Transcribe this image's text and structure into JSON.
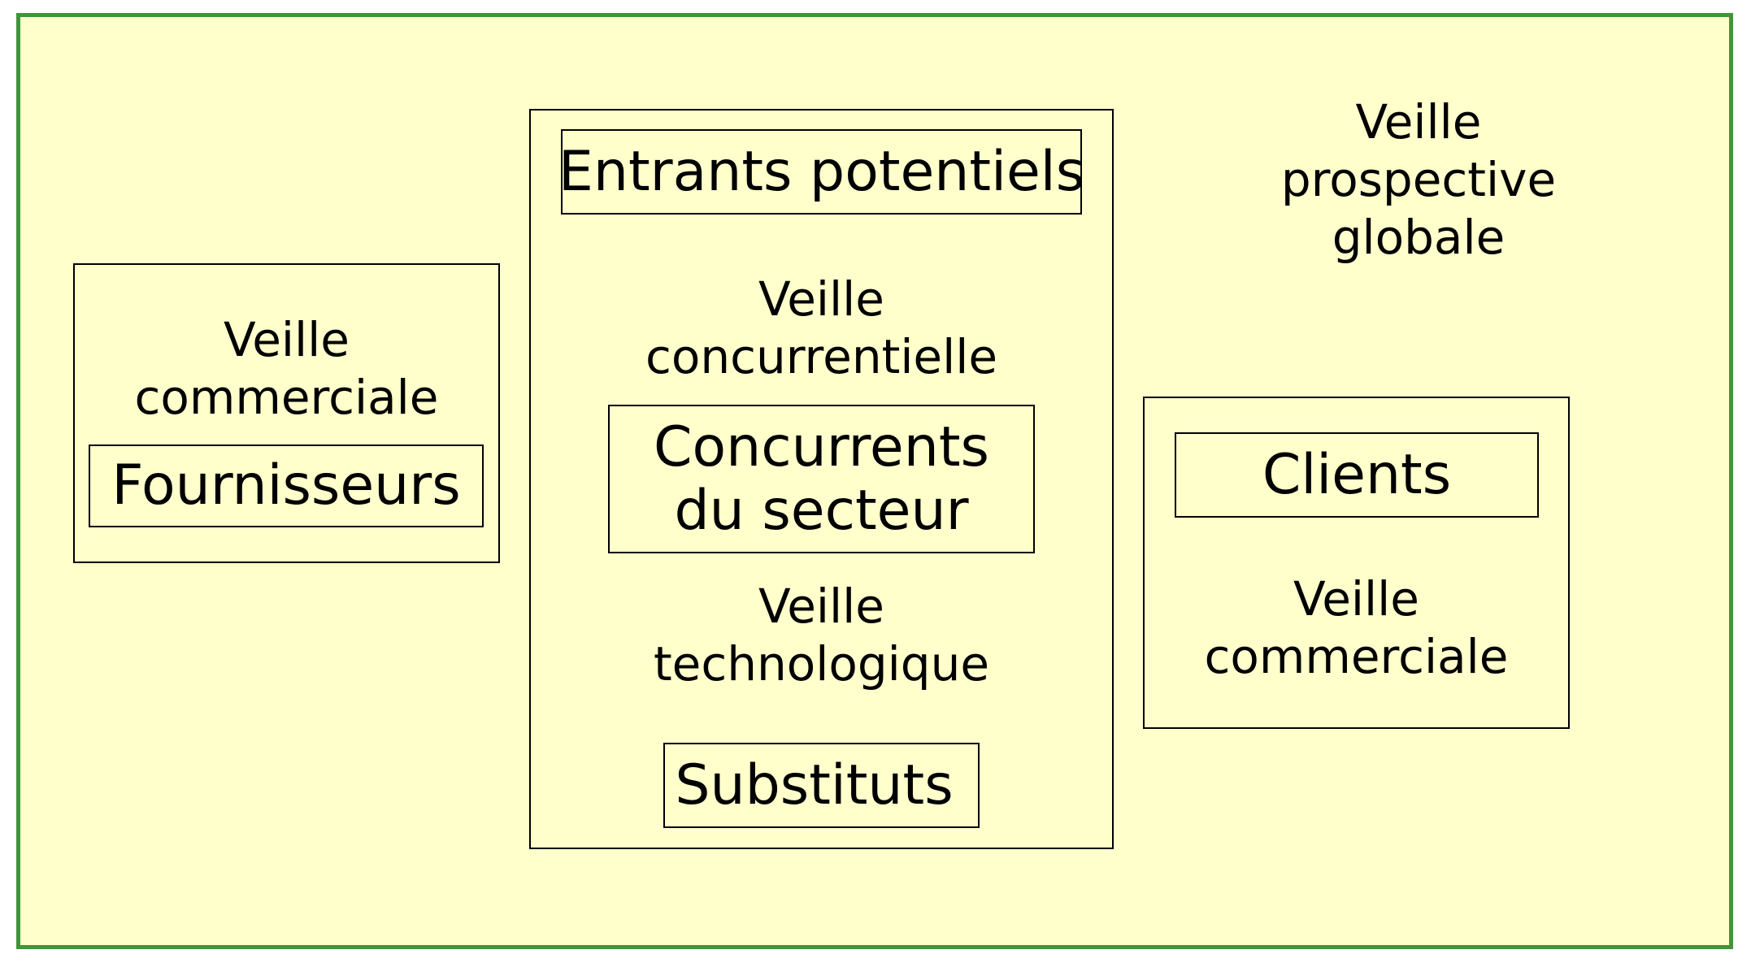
{
  "colors": {
    "background": "#ffffcc",
    "frame_border": "#3f963a",
    "box_border": "#000000",
    "text": "#000000"
  },
  "left_group": {
    "veille": [
      "Veille",
      "commerciale"
    ],
    "fournisseurs": "Fournisseurs"
  },
  "center_group": {
    "entrants": "Entrants potentiels",
    "veille_concurrentielle": [
      "Veille",
      "concurrentielle"
    ],
    "concurrents": [
      "Concurrents",
      "du secteur"
    ],
    "veille_technologique": [
      "Veille",
      "technologique"
    ],
    "substituts": "Substituts"
  },
  "right_group": {
    "clients": "Clients",
    "veille": [
      "Veille",
      "commerciale"
    ]
  },
  "global": {
    "veille_prospective": [
      "Veille",
      "prospective",
      "globale"
    ]
  }
}
